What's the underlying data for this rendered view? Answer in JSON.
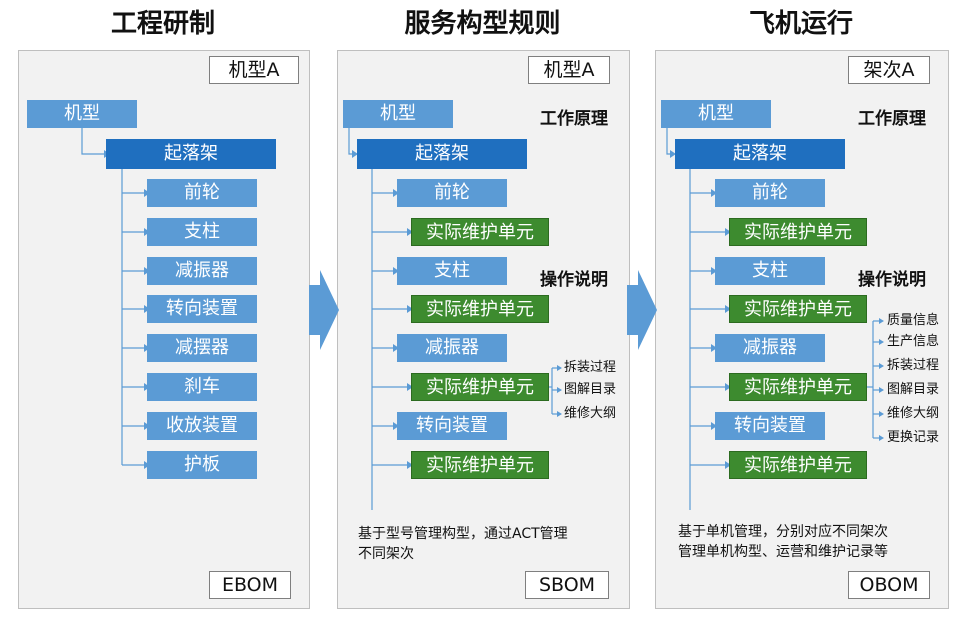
{
  "titles": [
    "工程研制",
    "服务构型规则",
    "飞机运行"
  ],
  "panel1": {
    "tag": "机型A",
    "root": "机型",
    "sub": "起落架",
    "items": [
      "前轮",
      "支柱",
      "减振器",
      "转向装置",
      "减摆器",
      "刹车",
      "收放装置",
      "护板"
    ],
    "footer": "EBOM"
  },
  "panel2": {
    "tag": "机型A",
    "root": "机型",
    "sub": "起落架",
    "head1": "工作原理",
    "head2": "操作说明",
    "items": [
      "前轮",
      "实际维护单元",
      "支柱",
      "实际维护单元",
      "减振器",
      "实际维护单元",
      "转向装置",
      "实际维护单元"
    ],
    "docs": [
      "拆装过程",
      "图解目录",
      "维修大纲"
    ],
    "note_line1": "基于型号管理构型，通过ACT管理",
    "note_line2": "不同架次",
    "footer": "SBOM"
  },
  "panel3": {
    "tag": "架次A",
    "root": "机型",
    "sub": "起落架",
    "head1": "工作原理",
    "head2": "操作说明",
    "items": [
      "前轮",
      "实际维护单元",
      "支柱",
      "实际维护单元",
      "减振器",
      "实际维护单元",
      "转向装置",
      "实际维护单元"
    ],
    "docs": [
      "质量信息",
      "生产信息",
      "拆装过程",
      "图解目录",
      "维修大纲",
      "更换记录"
    ],
    "note_line1": "基于单机管理，分别对应不同架次",
    "note_line2": "管理单机构型、运营和维护记录等",
    "footer": "OBOM"
  },
  "colors": {
    "light_blue": "#5b9bd5",
    "dark_blue": "#1f6fbf",
    "green": "#3d8b2f",
    "arrow": "#5b9bd5",
    "connector": "#5b9bd5"
  }
}
